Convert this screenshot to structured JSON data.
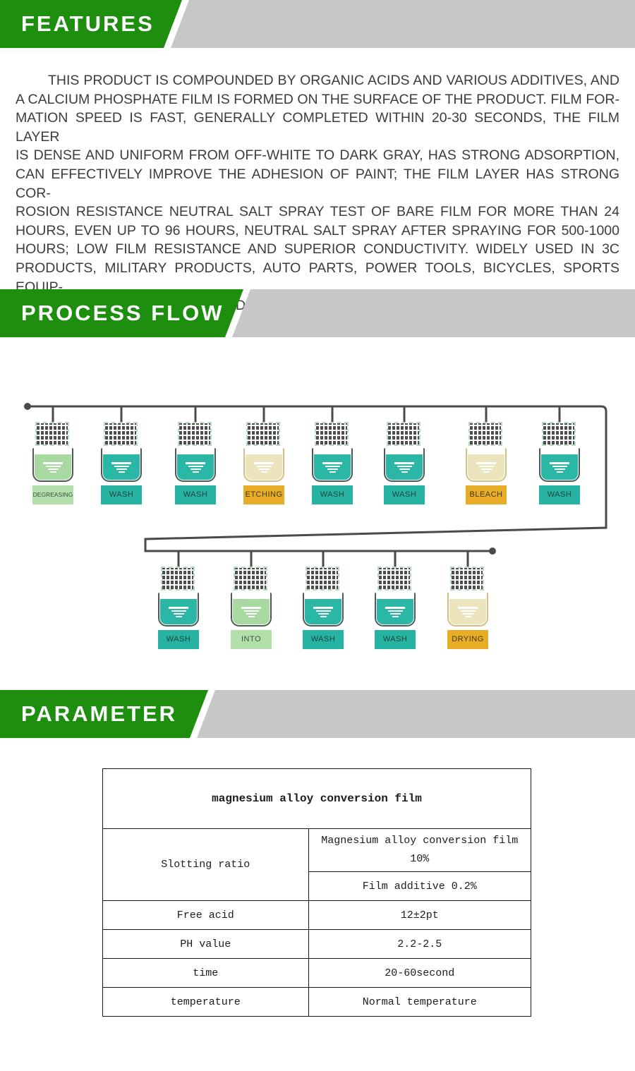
{
  "colors": {
    "accent_green": "#1e8e0f",
    "banner_gray": "#c7c7c7",
    "teal": "#2bb7a6",
    "teal_label": "#26b3a2",
    "light_green": "#a7d9a1",
    "light_green_label": "#b3e0aa",
    "cream": "#ece4bc",
    "amber_label": "#e7ad27",
    "rail_dark": "#4a4a4a"
  },
  "features": {
    "title": "FEATURES",
    "lines": [
      "THIS PRODUCT IS COMPOUNDED BY ORGANIC ACIDS AND VARIOUS ADDITIVES, AND",
      "A CALCIUM PHOSPHATE FILM IS FORMED ON THE SURFACE OF THE PRODUCT. FILM FOR-",
      "MATION SPEED IS FAST, GENERALLY COMPLETED WITHIN 20-30 SECONDS, THE FILM LAYER",
      "IS DENSE AND UNIFORM FROM OFF-WHITE TO DARK GRAY, HAS STRONG ADSORPTION,",
      "CAN EFFECTIVELY IMPROVE THE ADHESION OF PAINT; THE FILM LAYER HAS STRONG COR-",
      "ROSION RESISTANCE NEUTRAL SALT SPRAY TEST OF BARE FILM FOR MORE THAN 24",
      "HOURS, EVEN UP TO 96 HOURS, NEUTRAL SALT SPRAY AFTER SPRAYING FOR 500-1000",
      "HOURS; LOW FILM RESISTANCE AND SUPERIOR CONDUCTIVITY. WIDELY USED IN 3C",
      "PRODUCTS, MILITARY PRODUCTS, AUTO PARTS, POWER TOOLS, BICYCLES, SPORTS EQUIP-",
      "MENT, FISHING GEAR, LAMPS AND OTHER INDUSTRIES."
    ]
  },
  "process_flow": {
    "title": "PROCESS FLOW",
    "row1": [
      {
        "label": "DEGREASING",
        "variant": "light-green"
      },
      {
        "label": "WASH",
        "variant": "teal"
      },
      {
        "label": "WASH",
        "variant": "teal"
      },
      {
        "label": "ETCHING",
        "variant": "cream-amber"
      },
      {
        "label": "WASH",
        "variant": "teal"
      },
      {
        "label": "WASH",
        "variant": "teal"
      },
      {
        "label": "BLEACH",
        "variant": "cream-amber"
      },
      {
        "label": "WASH",
        "variant": "teal"
      }
    ],
    "row2": [
      {
        "label": "WASH",
        "variant": "teal"
      },
      {
        "label": "INTO",
        "variant": "light-green"
      },
      {
        "label": "WASH",
        "variant": "teal"
      },
      {
        "label": "WASH",
        "variant": "teal"
      },
      {
        "label": "DRYING",
        "variant": "cream-amber"
      }
    ]
  },
  "parameter": {
    "title": "PARAMETER",
    "table": {
      "title": "magnesium alloy conversion film",
      "slotting": {
        "label": "Slotting ratio",
        "value1_line1": "Magnesium alloy conversion film",
        "value1_line2": "10%",
        "value2": "Film additive 0.2%"
      },
      "rows": [
        {
          "label": "Free acid",
          "value": "12±2pt"
        },
        {
          "label": "PH value",
          "value": "2.2-2.5"
        },
        {
          "label": "time",
          "value": "20-60second"
        },
        {
          "label": "temperature",
          "value": "Normal temperature"
        }
      ]
    }
  }
}
